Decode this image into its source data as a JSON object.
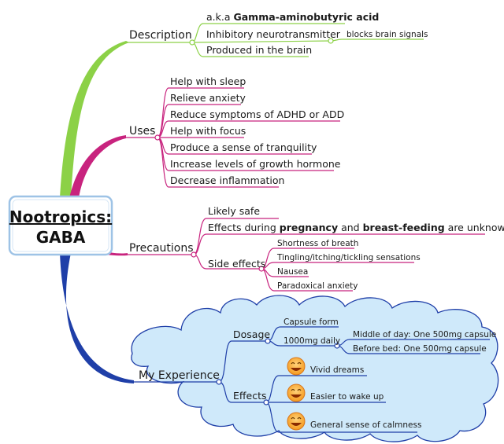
{
  "center": {
    "line1": "Nootropics:",
    "line2": "GABA"
  },
  "branches": {
    "description": {
      "title": "Description",
      "aka_prefix": "a.k.a ",
      "aka_bold": "Gamma-aminobutyric acid",
      "inhibitory": "Inhibitory neurotransmitter",
      "blocks": "blocks brain signals",
      "produced": "Produced in the brain",
      "color": "#8cd147"
    },
    "uses": {
      "title": "Uses",
      "items": [
        "Help with sleep",
        "Relieve anxiety",
        "Reduce symptoms of ADHD or ADD",
        "Help with focus",
        "Produce a sense of tranquility",
        "Increase levels of growth hormone",
        "Decrease inflammation"
      ],
      "color": "#c8237e"
    },
    "precautions": {
      "title": "Precautions",
      "likely_safe": "Likely safe",
      "effects": {
        "p1": "Effects during ",
        "b1": "pregnancy",
        "p2": " and ",
        "b2": "breast-feeding",
        "p3": " are unknown"
      },
      "side_effects": {
        "title": "Side effects",
        "items": [
          "Shortness of breath",
          "Tingling/itching/tickling sensations",
          "Nausea",
          "Paradoxical anxiety"
        ]
      },
      "color": "#c8237e"
    },
    "experience": {
      "title": "My Experience",
      "dosage": {
        "title": "Dosage",
        "capsule": "Capsule form",
        "daily": "1000mg daily",
        "midday": "Middle of day: One 500mg capsule",
        "bed": "Before bed: One 500mg capsule"
      },
      "effects": {
        "title": "Effects",
        "items": [
          "Vivid dreams",
          "Easier to wake up",
          "General sense of calmness"
        ]
      },
      "color": "#1f3fa8",
      "cloud_fill": "#cfe9fa"
    }
  }
}
